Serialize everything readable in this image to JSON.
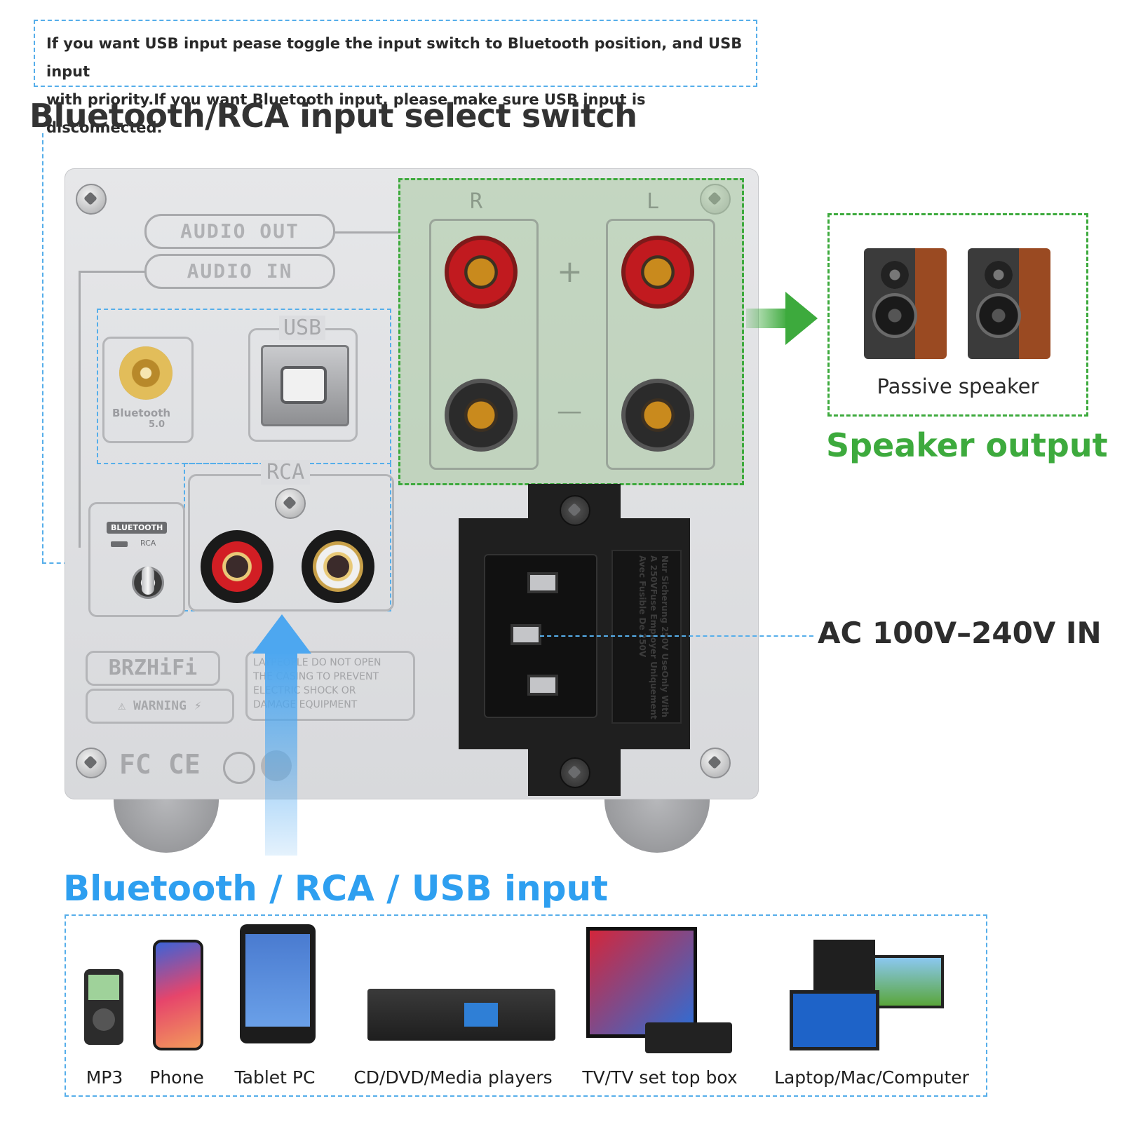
{
  "note": {
    "line1": "If you want USB input pease toggle the input switch to Bluetooth position, and USB input",
    "line2": "with priority.If you want Bluetooth input, please make sure USB input is disconnected."
  },
  "heading": "Bluetooth/RCA input select switch",
  "panel": {
    "audio_out": "AUDIO OUT",
    "audio_in": "AUDIO IN",
    "usb": "USB",
    "bluetooth_logo": "Bluetooth",
    "bluetooth_version": "5.0",
    "rca": "RCA",
    "switch_bluetooth": "BLUETOOTH",
    "switch_rca": "RCA",
    "brand": "BRZHiFi",
    "warning": "WARNING",
    "caution_line1": "LAYPEOPLE DO NOT OPEN",
    "caution_line2": "THE CASING TO PREVENT",
    "caution_line3": "ELECTRIC SHOCK OR",
    "caution_line4": "DAMAGE EQUIPMENT",
    "terminal_r": "R",
    "terminal_l": "L",
    "plus": "+",
    "minus": "—",
    "cert_fc": "FC",
    "cert_ce": "CE",
    "fuse_text": "Nur Sicherung 250V UseOnly With A 250VFuse Employer Uniquement Avec Fusible De 250V"
  },
  "ac_label": "AC 100V–240V IN",
  "passive_speaker": "Passive speaker",
  "speaker_output": "Speaker output",
  "bt_input_heading": "Bluetooth / RCA / USB input",
  "devices": [
    {
      "label": "MP3",
      "icon": "mp3-player-icon"
    },
    {
      "label": "Phone",
      "icon": "phone-icon"
    },
    {
      "label": "Tablet PC",
      "icon": "tablet-icon"
    },
    {
      "label": "CD/DVD/Media players",
      "icon": "media-player-icon"
    },
    {
      "label": "TV/TV set top box",
      "icon": "tv-icon"
    },
    {
      "label": "Laptop/Mac/Computer",
      "icon": "computer-icon"
    }
  ],
  "colors": {
    "accent_blue": "#2e9ff0",
    "accent_green": "#3daa3d",
    "panel": "#dfe0e2"
  }
}
